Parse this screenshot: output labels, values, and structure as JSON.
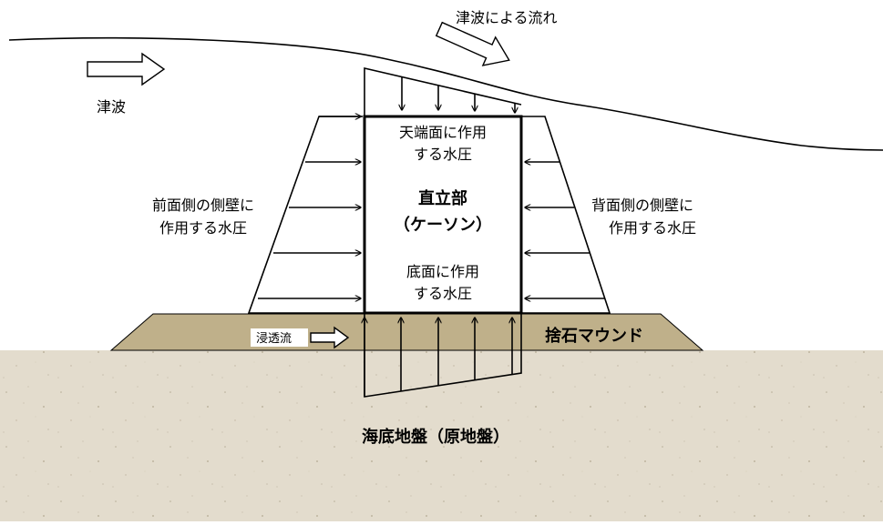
{
  "labels": {
    "flow": "津波による流れ",
    "tsunami": "津波",
    "top_pressure": [
      "天端面に作用",
      "する水圧"
    ],
    "caisson": [
      "直立部",
      "（ケーソン）"
    ],
    "bottom_pressure": [
      "底面に作用",
      "する水圧"
    ],
    "front_pressure": [
      "前面側の側壁に",
      "作用する水圧"
    ],
    "back_pressure": [
      "背面側の側壁に",
      "作用する水圧"
    ],
    "seepage": "浸透流",
    "mound": "捨石マウンド",
    "seabed": "海底地盤（原地盤）"
  },
  "colors": {
    "mound": "#bfb08a",
    "seabed": "#e3dccd",
    "line": "#000000",
    "arrow_fill": "#ffffff"
  }
}
